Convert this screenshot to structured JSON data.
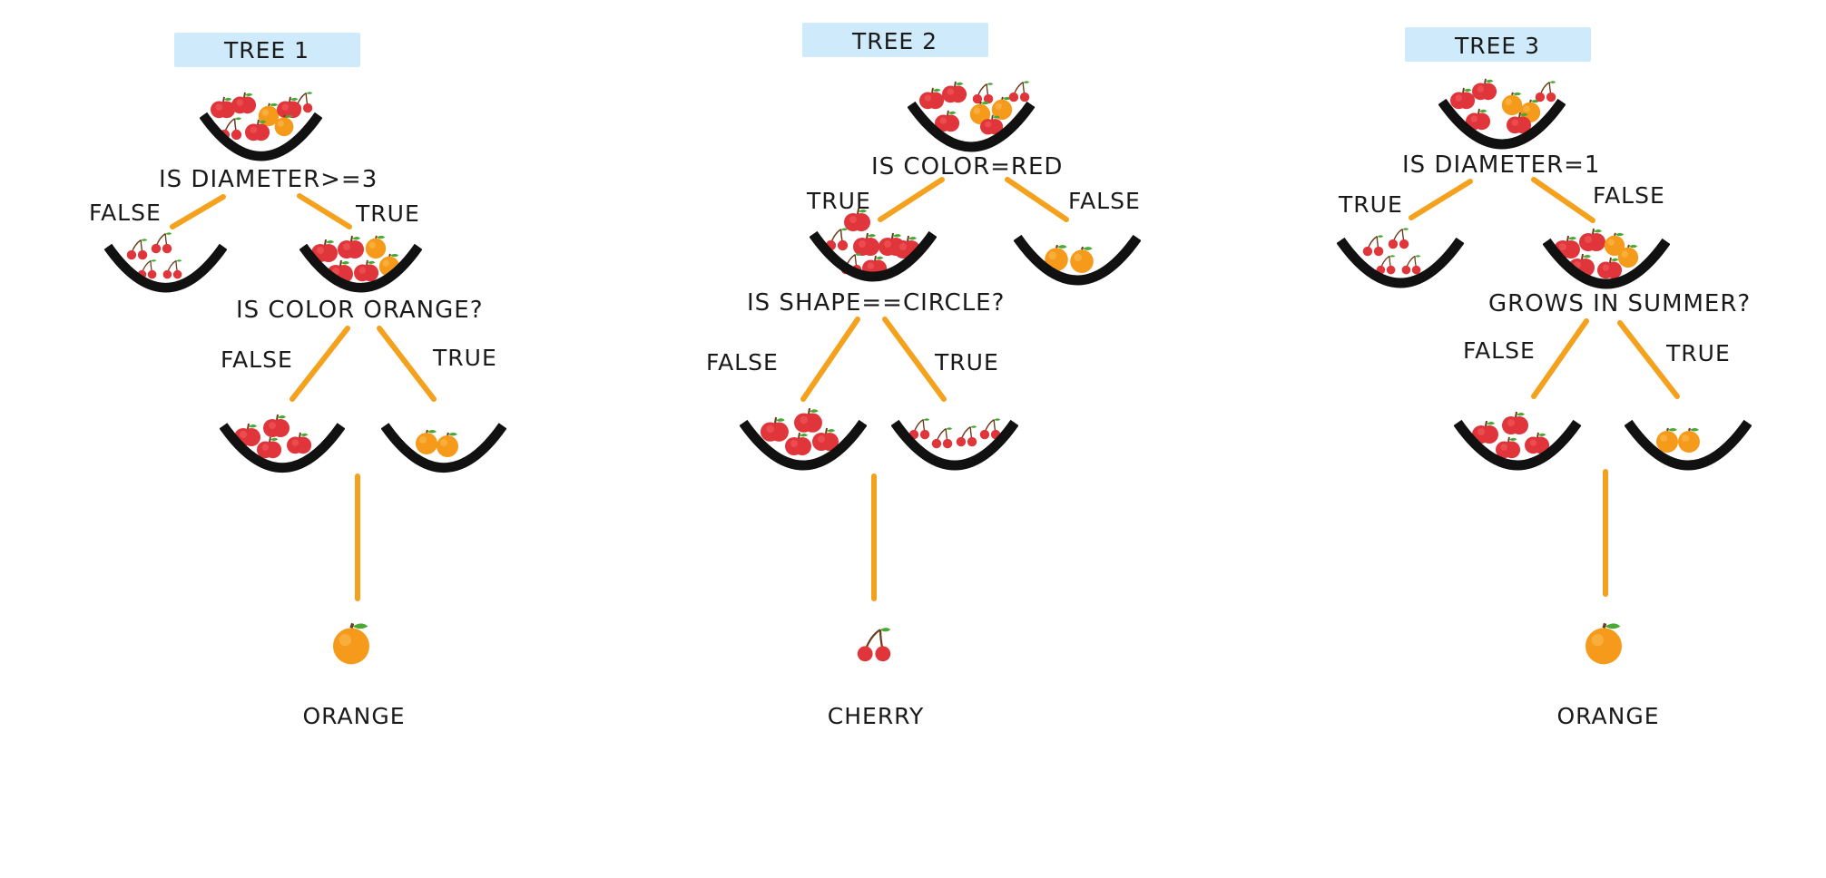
{
  "colors": {
    "edge": "#f4a11d",
    "title_bg": "#cfeafb",
    "bowl": "#111111",
    "apple": "#e0353a",
    "cherry": "#e0353a",
    "orange": "#f59a1a",
    "leaf": "#4aa836"
  },
  "trees": [
    {
      "title": "TREE 1",
      "root_question": "IS DIAMETER>=3",
      "root_left_label": "FALSE",
      "root_right_label": "TRUE",
      "second_question": "IS COLOR ORANGE?",
      "second_left_label": "FALSE",
      "second_right_label": "TRUE",
      "result": "ORANGE",
      "root_bowl_icon": "mixed-fruit-bowl-icon",
      "result_icon": "orange-icon"
    },
    {
      "title": "TREE 2",
      "root_question": "IS COLOR=RED",
      "root_left_label": "TRUE",
      "root_right_label": "FALSE",
      "second_question": "IS SHAPE==CIRCLE?",
      "second_left_label": "FALSE",
      "second_right_label": "TRUE",
      "result": "CHERRY",
      "root_bowl_icon": "mixed-fruit-bowl-icon",
      "result_icon": "cherry-icon"
    },
    {
      "title": "TREE 3",
      "root_question": "IS DIAMETER=1",
      "root_left_label": "TRUE",
      "root_right_label": "FALSE",
      "second_question": "GROWS IN SUMMER?",
      "second_left_label": "FALSE",
      "second_right_label": "TRUE",
      "result": "ORANGE",
      "root_bowl_icon": "mixed-fruit-bowl-icon",
      "result_icon": "orange-icon"
    }
  ]
}
